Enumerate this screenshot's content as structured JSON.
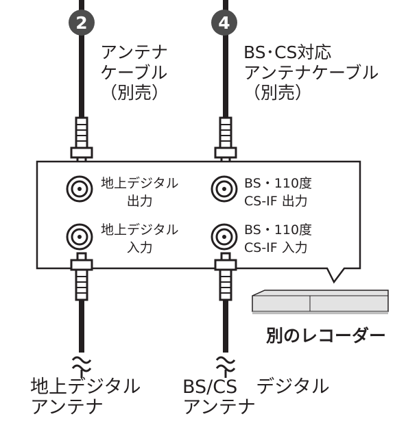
{
  "cables": [
    {
      "badge": "2",
      "label_lines": [
        "アンテナ",
        "ケーブル",
        "（別売）"
      ]
    },
    {
      "badge": "4",
      "label_lines": [
        "BS･CS対応",
        "アンテナケーブル",
        "（別売）"
      ]
    }
  ],
  "panel": {
    "terrestrial_output": [
      "地上デジタル",
      "出力"
    ],
    "terrestrial_input": [
      "地上デジタル",
      "入力"
    ],
    "bs_output": [
      "BS・110度",
      "CS-IF 出力"
    ],
    "bs_input": [
      "BS・110度",
      "CS-IF 入力"
    ]
  },
  "recorder": {
    "label": "別のレコーダー",
    "icon": "recorder-icon"
  },
  "antennas": [
    {
      "label_lines": [
        "地上デジタル",
        "アンテナ"
      ]
    },
    {
      "label_lines": [
        "BS/CS　デジタル",
        "アンテナ"
      ]
    }
  ],
  "colors": {
    "cable": "#231f20",
    "badge": "#4d4d4d",
    "panel_border": "#231f20",
    "recorder_body": "#e3e3e3"
  }
}
